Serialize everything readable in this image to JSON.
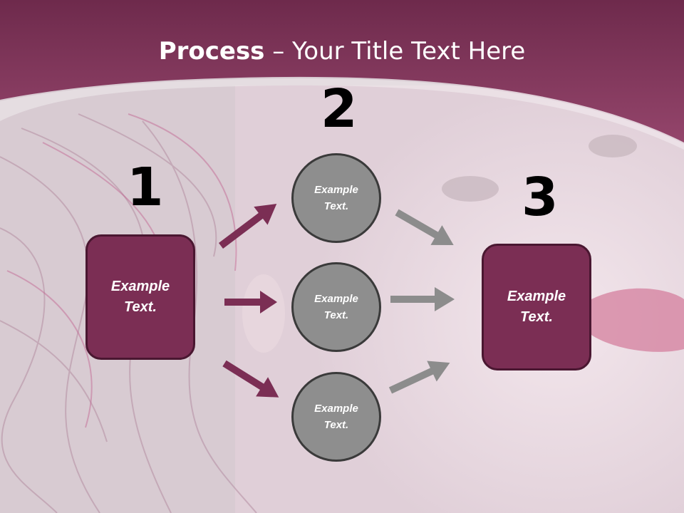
{
  "slide": {
    "title_bold": "Process",
    "title_rest": " – Your Title Text Here",
    "colors": {
      "header": "#8a3c62",
      "box": "#7b2e54",
      "circle": "#8e8e8e",
      "arrow_left": "#7b2e54",
      "arrow_right": "#8c8c8c"
    }
  },
  "steps": {
    "one": {
      "number": "1",
      "text": "Example Text."
    },
    "two": {
      "number": "2"
    },
    "three": {
      "number": "3",
      "text": "Example Text."
    }
  },
  "circles": [
    {
      "text": "Example Text."
    },
    {
      "text": "Example Text."
    },
    {
      "text": "Example Text."
    }
  ]
}
